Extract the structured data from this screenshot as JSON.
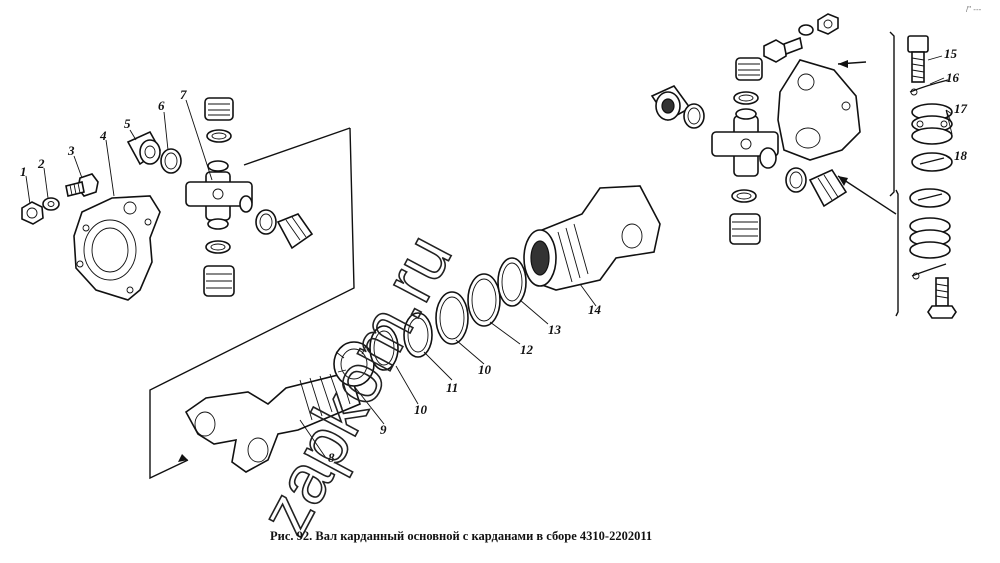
{
  "caption": "Рис. 92. Вал карданный основной с карданами в сборе 4310-2202011",
  "watermark": "zapkom.ru",
  "corner_mark": "/\" ---",
  "part_labels": [
    "1",
    "2",
    "3",
    "4",
    "5",
    "6",
    "7",
    "8",
    "9",
    "10",
    "10",
    "11",
    "12",
    "13",
    "14",
    "15",
    "16",
    "17",
    "18"
  ],
  "colors": {
    "ink": "#111111",
    "background": "#ffffff"
  }
}
